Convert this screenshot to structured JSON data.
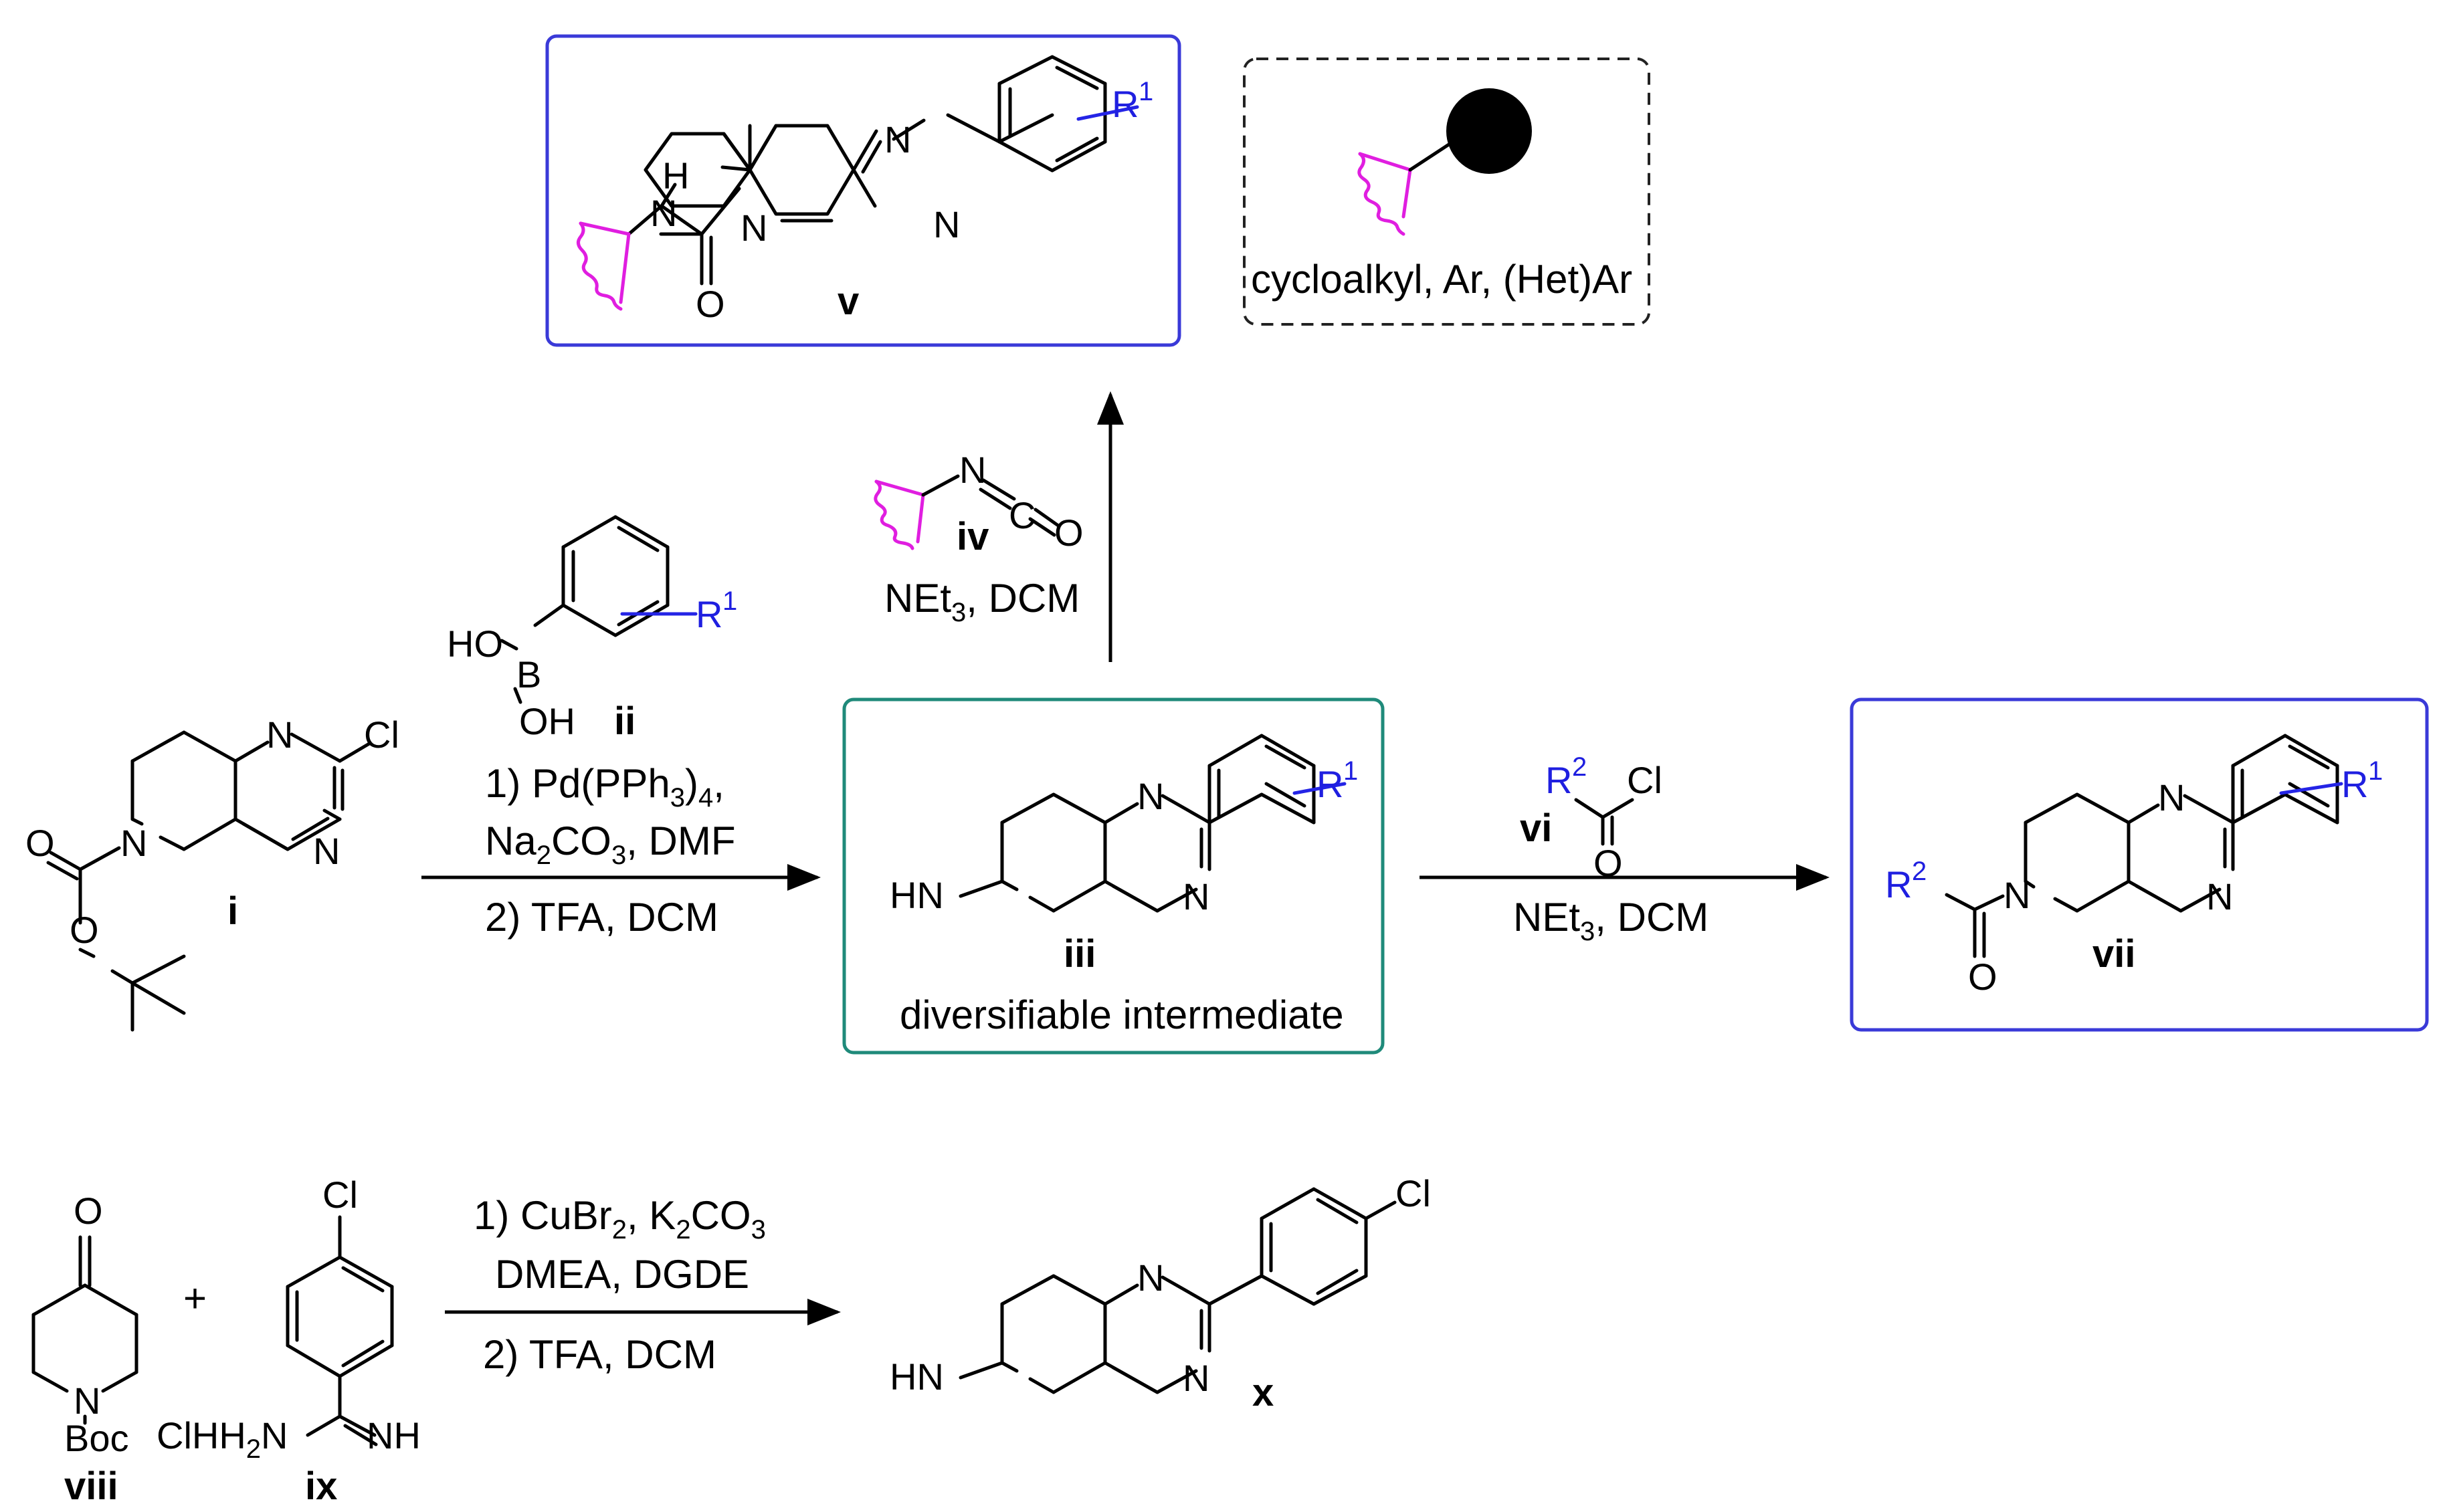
{
  "compounds": {
    "i": "i",
    "ii": "ii",
    "iii": "iii",
    "iv": "iv",
    "v": "v",
    "vi": "vi",
    "vii": "vii",
    "viii": "viii",
    "ix": "ix",
    "x": "x"
  },
  "atoms": {
    "N": "N",
    "Cl": "Cl",
    "O": "O",
    "H": "H",
    "HN": "HN",
    "HO": "HO",
    "OH": "OH",
    "B": "B",
    "C": "C",
    "Boc": "Boc",
    "NH": "NH",
    "R": "R",
    "one": "1",
    "two": "2",
    "ClHH2N_a": "ClHH",
    "ClHH2N_b": "N"
  },
  "labels": {
    "intermediate": "diversifiable intermediate",
    "legend": "cycloalkyl, Ar, (Het)Ar"
  },
  "reagents": {
    "suzuki_1a": "1) Pd(PPh",
    "suzuki_1b": ")",
    "suzuki_2a": "Na",
    "suzuki_2b": "CO",
    "suzuki_2c": ", DMF",
    "deprotect": "2) TFA, DCM",
    "base_a": "NEt",
    "base_b": ", DCM",
    "cu_1a": "1) CuBr",
    "cu_1b": ", K",
    "cu_1c": "CO",
    "cu_2": "DMEA, DGDE",
    "plus": "+",
    "sub3": "3",
    "sub4": "4",
    "sub2": "2"
  },
  "colors": {
    "substituent_blue": "#1f1fe0",
    "attachment_magenta": "#e01ee0",
    "product_box": "#3a3ad8",
    "intermediate_box": "#1f8a7a",
    "legend_box": "#222222"
  }
}
